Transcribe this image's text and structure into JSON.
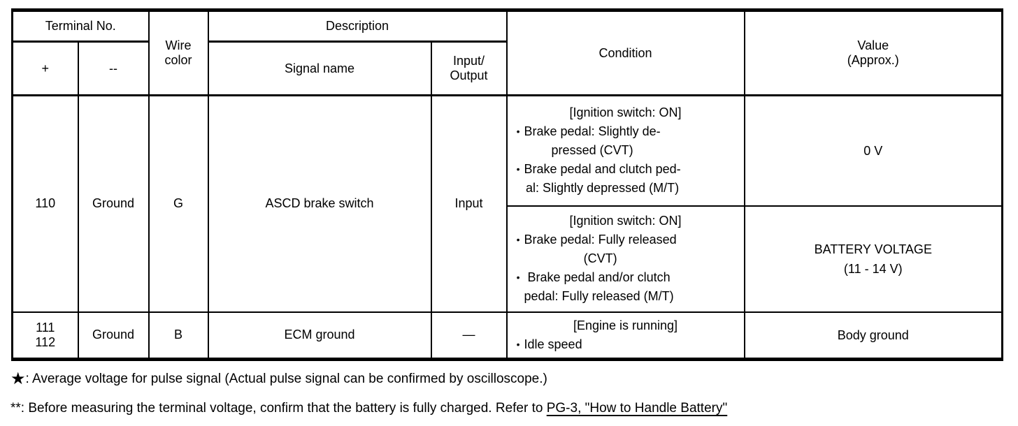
{
  "table": {
    "bullet_char": "•",
    "header": {
      "terminal_no": "Terminal No.",
      "plus": "+",
      "minus": "--",
      "wire_color": "Wire\ncolor",
      "description": "Description",
      "signal_name": "Signal name",
      "input_output": "Input/\nOutput",
      "condition": "Condition",
      "value": "Value\n(Approx.)"
    },
    "rows": [
      {
        "terminal_plus": "110",
        "terminal_minus": "Ground",
        "wire_color": "G",
        "signal_name": "ASCD brake switch",
        "input_output": "Input",
        "cases": [
          {
            "condition_header": "[Ignition switch: ON]",
            "bullets": [
              "Brake pedal: Slightly de-\npressed (CVT)",
              "Brake pedal and clutch ped-\nal: Slightly depressed (M/T)"
            ],
            "value": "0 V"
          },
          {
            "condition_header": "[Ignition switch: ON]",
            "bullets": [
              "Brake pedal: Fully released\n(CVT)",
              "Brake pedal and/or clutch\npedal: Fully released (M/T)"
            ],
            "value": "BATTERY VOLTAGE\n(11 - 14 V)"
          }
        ]
      },
      {
        "terminal_plus": "111\n112",
        "terminal_minus": "Ground",
        "wire_color": "B",
        "signal_name": "ECM ground",
        "input_output": "—",
        "cases": [
          {
            "condition_header": "[Engine is running]",
            "bullets": [
              "Idle speed"
            ],
            "value": "Body ground"
          }
        ]
      }
    ]
  },
  "footnotes": [
    {
      "marker": "★",
      "text": ": Average voltage for pulse signal (Actual pulse signal can be confirmed by oscilloscope.)"
    },
    {
      "marker": "**",
      "text": ": Before measuring the terminal voltage, confirm that the battery is fully charged. Refer to ",
      "link": "PG-3, \"How to Handle Battery\""
    }
  ],
  "colors": {
    "background": "#ffffff",
    "border": "#000000",
    "text": "#000000"
  }
}
